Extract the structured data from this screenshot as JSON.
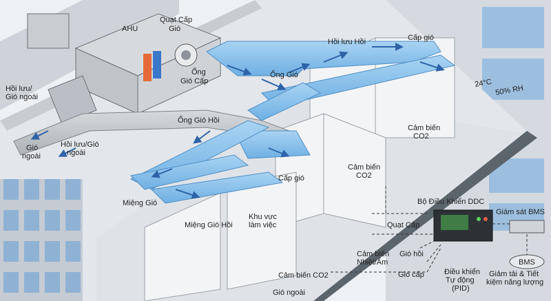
{
  "labels": {
    "ahu": "AHU",
    "supply_fan_1": "Quạt Cấp",
    "supply_fan_2": "Gió",
    "return_outdoor_1": "Hồi lưu/",
    "return_outdoor_2": "Gió ngoài",
    "supply_duct_1": "Ống",
    "supply_duct_2": "Gió Cấp",
    "return_duct": "Ống Gió Hồi",
    "duct": "Ống Gió",
    "return_flow": "Hồi lưu Hồi",
    "supply_air_top": "Cấp gió",
    "supply_air_mid": "Cấp gió",
    "outdoor_air_left_1": "Gió",
    "outdoor_air_left_2": "ngoài",
    "return_outdoor_b1": "Hồi lưu/Gió",
    "return_outdoor_b2": "ngoài",
    "diffuser": "Miệng Gió",
    "return_grille": "Miệng Gió Hồi",
    "work_area_1": "Khu vực",
    "work_area_2": "làm việc",
    "co2_sensor_a1": "Cảm biến",
    "co2_sensor_a2": "CO2",
    "co2_sensor_b1": "Cảm biến",
    "co2_sensor_b2": "CO2",
    "co2_sensor_bottom": "Cảm biến CO2",
    "temp_hum_1": "Cảm biến",
    "temp_hum_2": "Nhiệt/Ẩm",
    "ddc": "Bộ Điều Khiển DDC",
    "bms_monitor": "Giám sát BMS",
    "bms": "BMS",
    "supply_fan_ctrl": "Quạt Cấp",
    "return_air_ctrl": "Gió hồi",
    "supply_air_ctrl": "Gió cấp",
    "pid_1": "Điều khiển",
    "pid_2": "Tự động",
    "pid_3": "(PID)",
    "load_saving_1": "Giảm tải & Tiết",
    "load_saving_2": "kiệm năng lượng",
    "temp": "24°C",
    "rh": "50% RH",
    "outdoor_air_bottom": "Gió ngoài"
  }
}
